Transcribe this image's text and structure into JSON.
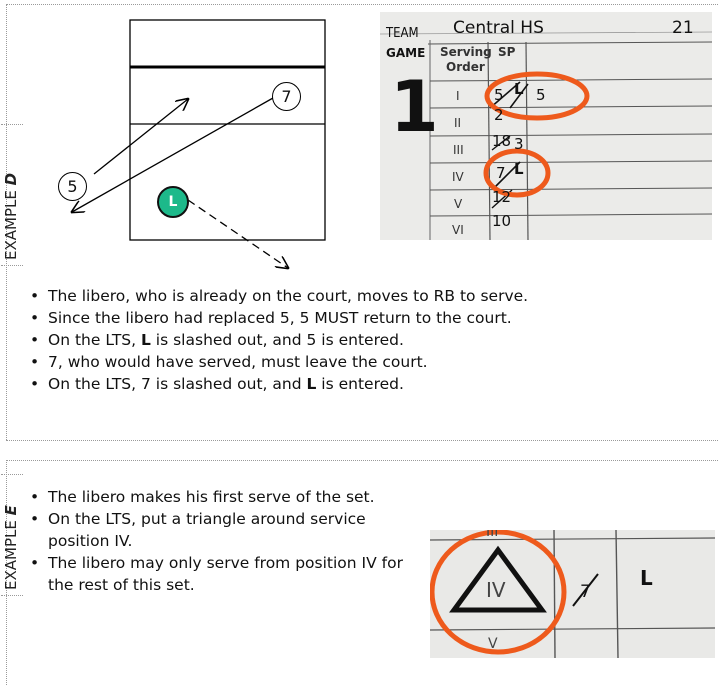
{
  "example_d": {
    "label_prefix": "EXAMPLE",
    "label_letter": "D",
    "court": {
      "player_5": "5",
      "player_7": "7",
      "libero": "L"
    },
    "sheet": {
      "team_label": "TEAM",
      "team_name": "Central HS",
      "team_number": "21",
      "game_label": "GAME",
      "game_number": "1",
      "serving_order_header_line1": "Serving",
      "serving_order_header_line2": "Order",
      "sp_header": "SP",
      "rows": [
        {
          "pos": "I",
          "entry": "5",
          "extra": "L",
          "extra2": "5"
        },
        {
          "pos": "II",
          "entry": "2",
          "extra": "",
          "extra2": ""
        },
        {
          "pos": "III",
          "entry": "18",
          "extra": "3",
          "extra2": ""
        },
        {
          "pos": "IV",
          "entry": "7",
          "extra": "L",
          "extra2": ""
        },
        {
          "pos": "V",
          "entry": "12",
          "extra": "",
          "extra2": ""
        },
        {
          "pos": "VI",
          "entry": "10",
          "extra": "",
          "extra2": ""
        }
      ],
      "highlight_color": "#ee5a1c"
    },
    "bullets": [
      {
        "pre": "The libero, who is already on the court, moves to RB to serve.",
        "bold": "",
        "post": ""
      },
      {
        "pre": "Since the libero had replaced 5, 5 MUST return to the court.",
        "bold": "",
        "post": ""
      },
      {
        "pre": "On the LTS, ",
        "bold": "L",
        "post": " is slashed out, and 5 is entered."
      },
      {
        "pre": "7, who would have served, must leave the court.",
        "bold": "",
        "post": ""
      },
      {
        "pre": "On the LTS, 7 is slashed out, and ",
        "bold": "L",
        "post": " is entered."
      }
    ]
  },
  "example_e": {
    "label_prefix": "EXAMPLE",
    "label_letter": "E",
    "bullets": [
      "The libero makes his first serve of the set.",
      "On the LTS, put a triangle around service position IV.",
      "The libero may only serve from position IV for the rest of this set."
    ],
    "photo": {
      "pos_above": "III",
      "pos": "IV",
      "pos_below": "V",
      "entry": "7",
      "libero": "L"
    }
  },
  "colors": {
    "libero_green": "#1db98a",
    "orange": "#ee5a1c"
  }
}
